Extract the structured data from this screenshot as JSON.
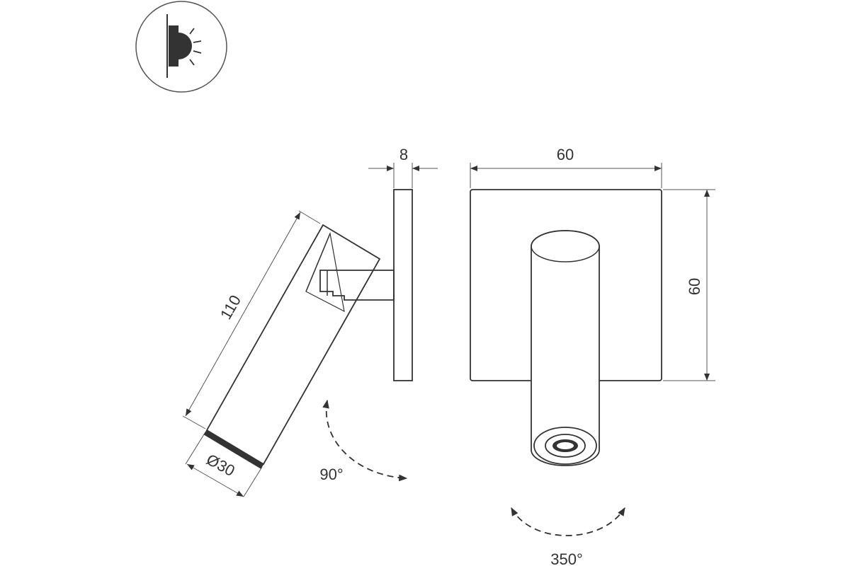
{
  "icon": {
    "name": "wall-light-beam-icon"
  },
  "dimensions": {
    "depth": "8",
    "width": "60",
    "height": "60",
    "length": "110",
    "diameter": "Ø30"
  },
  "rotation": {
    "tilt": "90°",
    "swivel": "350°"
  },
  "colors": {
    "line": "#333333",
    "dim_line": "#555555"
  }
}
